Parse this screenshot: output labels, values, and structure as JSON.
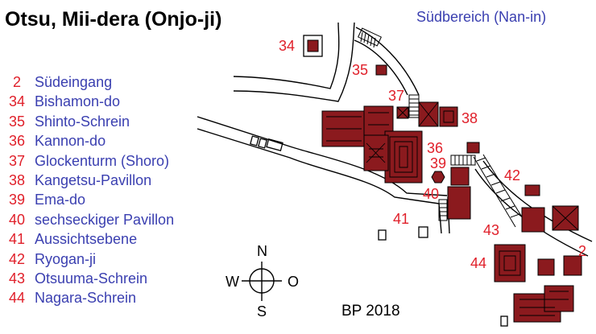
{
  "title": "Otsu, Mii-dera (Onjo-ji)",
  "area_name": "Südbereich (Nan-in)",
  "legend": [
    {
      "num": "2",
      "label": "Südeingang"
    },
    {
      "num": "34",
      "label": "Bishamon-do"
    },
    {
      "num": "35",
      "label": "Shinto-Schrein"
    },
    {
      "num": "36",
      "label": "Kannon-do"
    },
    {
      "num": "37",
      "label": "Glockenturm (Shoro)"
    },
    {
      "num": "38",
      "label": "Kangetsu-Pavillon"
    },
    {
      "num": "39",
      "label": "Ema-do"
    },
    {
      "num": "40",
      "label": "sechseckiger Pavillon"
    },
    {
      "num": "41",
      "label": "Aussichtsebene"
    },
    {
      "num": "42",
      "label": "Ryogan-ji"
    },
    {
      "num": "43",
      "label": "Otsuuma-Schrein"
    },
    {
      "num": "44",
      "label": "Nagara-Schrein"
    }
  ],
  "compass": {
    "n": "N",
    "s": "S",
    "w": "W",
    "o": "O"
  },
  "credit": "BP 2018",
  "colors": {
    "building": "#8b1a1e",
    "number": "#e0202a",
    "legend_text": "#3a3fb0",
    "outline": "#000000"
  }
}
